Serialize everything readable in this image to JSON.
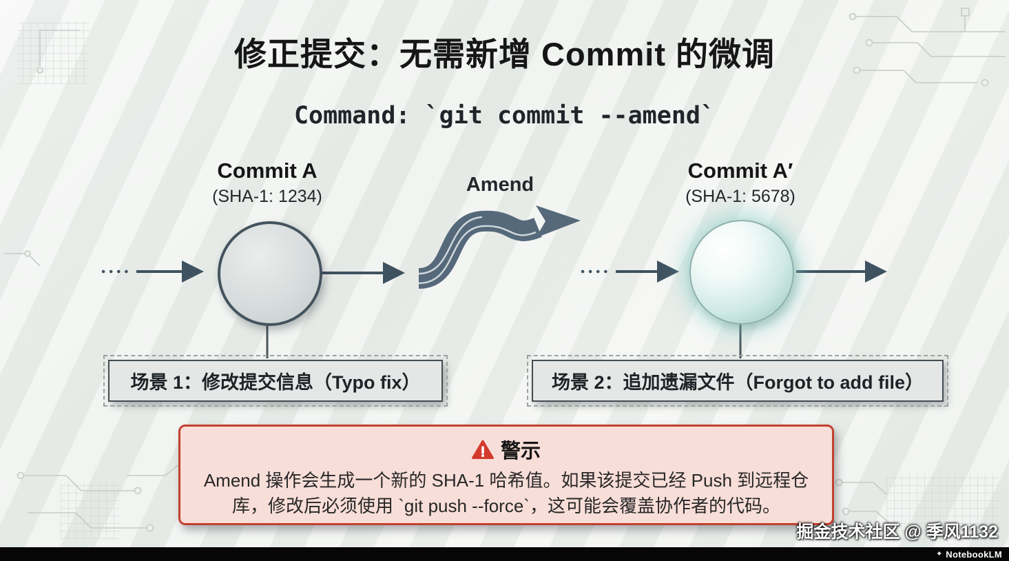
{
  "title": "修正提交：无需新增 Commit 的微调",
  "command": "Command: `git commit --amend`",
  "left_commit": {
    "label": "Commit A",
    "sha": "(SHA-1: 1234)"
  },
  "amend_label": "Amend",
  "right_commit": {
    "label": "Commit A′",
    "sha": "(SHA-1: 5678)"
  },
  "scenarios": [
    {
      "label": "场景 1：修改提交信息（Typo fix）"
    },
    {
      "label": "场景 2：追加遗漏文件（Forgot to add file）"
    }
  ],
  "warning": {
    "title": "警示",
    "body": "Amend 操作会生成一个新的 SHA-1 哈希值。如果该提交已经 Push 到远程仓库，修改后必须使用 `git push --force`，这可能会覆盖协作者的代码。"
  },
  "watermark": "掘金技术社区 @ 季风1132",
  "brand": "NotebookLM",
  "colors": {
    "arrow": "#3f5260",
    "swoosh": "#56697b",
    "warning_border": "#c2402f",
    "warning_bg": "#f8ded8",
    "node_glow": "#7fc6c0",
    "scenario_bg": "#e4e7e5"
  }
}
